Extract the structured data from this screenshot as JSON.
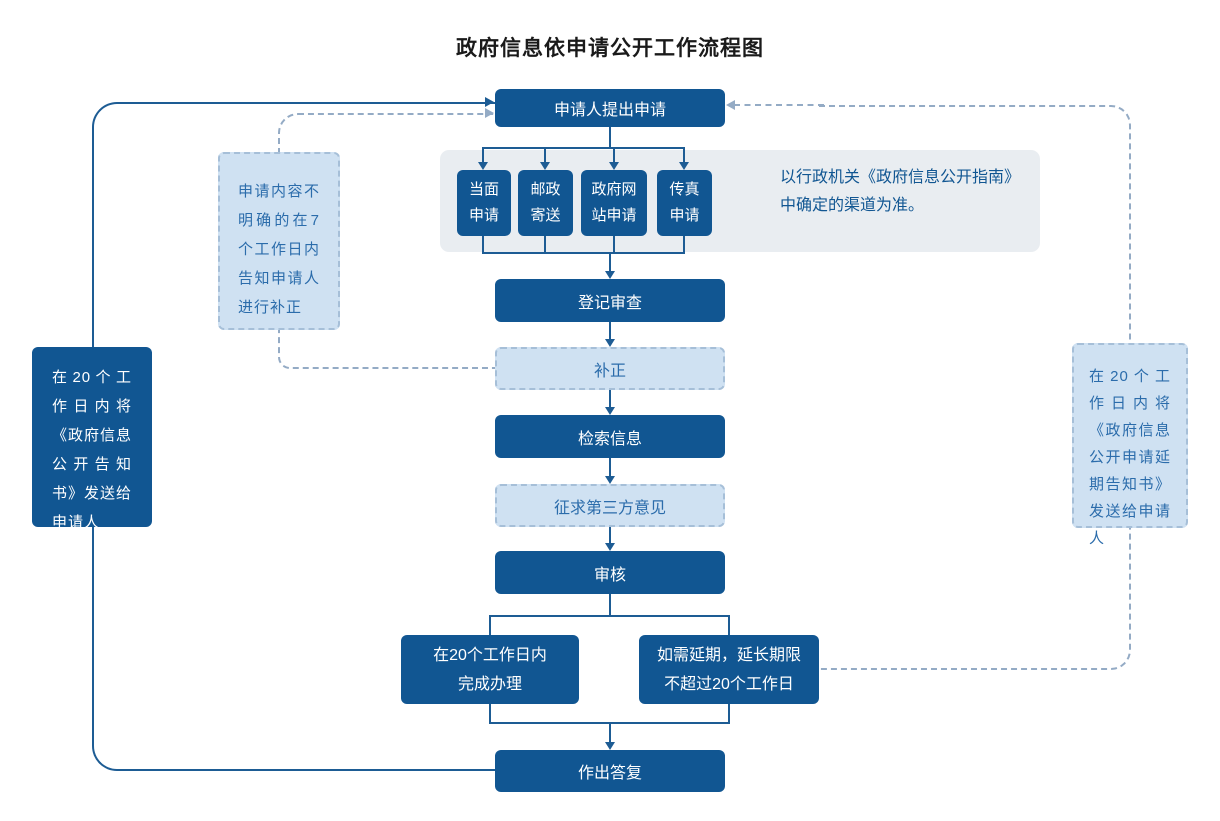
{
  "title": "政府信息依申请公开工作流程图",
  "flow": {
    "apply": "申请人提出申请",
    "register": "登记审查",
    "supplement": "补正",
    "search": "检索信息",
    "third_party": "征求第三方意见",
    "review": "审核",
    "complete": "在20个工作日内\n完成办理",
    "extend": "如需延期，延长期限\n不超过20个工作日",
    "reply": "作出答复"
  },
  "channels": {
    "items": [
      "当面\n申请",
      "邮政\n寄送",
      "政府网\n站申请",
      "传真\n申请"
    ],
    "note": "以行政机关《政府信息公开指南》\n中确定的渠道为准。"
  },
  "annotations": {
    "left_dark": "在20个工作日内将《政府信息公开告知书》发送给申请人",
    "left_light": "申请内容不明确的在7个工作日内告知申请人进行补正",
    "right_light": "在20个工作日内将《政府信息公开申请延期告知书》 发送给申请人"
  },
  "colors": {
    "dark_blue": "#115692",
    "light_blue_fill": "#cfe1f2",
    "light_dash_border": "#a6bfd8",
    "panel_gray": "#e9edf1",
    "solid_line": "#1d5c94",
    "dashed_line": "#94abc5",
    "light_text": "#2b6cab",
    "title_text": "#1a1a1a"
  }
}
